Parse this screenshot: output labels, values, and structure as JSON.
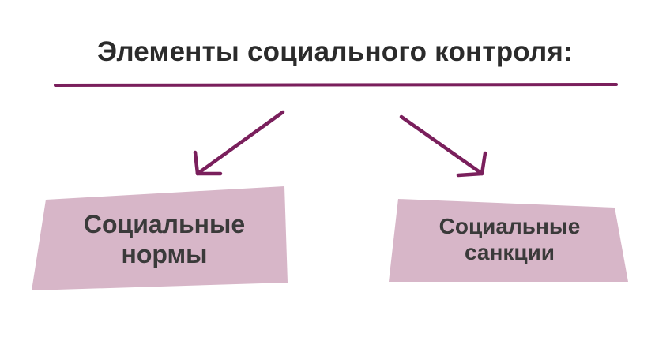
{
  "title": "Элементы социального контроля:",
  "colors": {
    "accent": "#7a1f5c",
    "box_fill": "#d7b6c8",
    "text": "#2b2b2b"
  },
  "boxes": [
    {
      "line1": "Социальные",
      "line2": "нормы"
    },
    {
      "line1": "Социальные",
      "line2": "санкции"
    }
  ]
}
